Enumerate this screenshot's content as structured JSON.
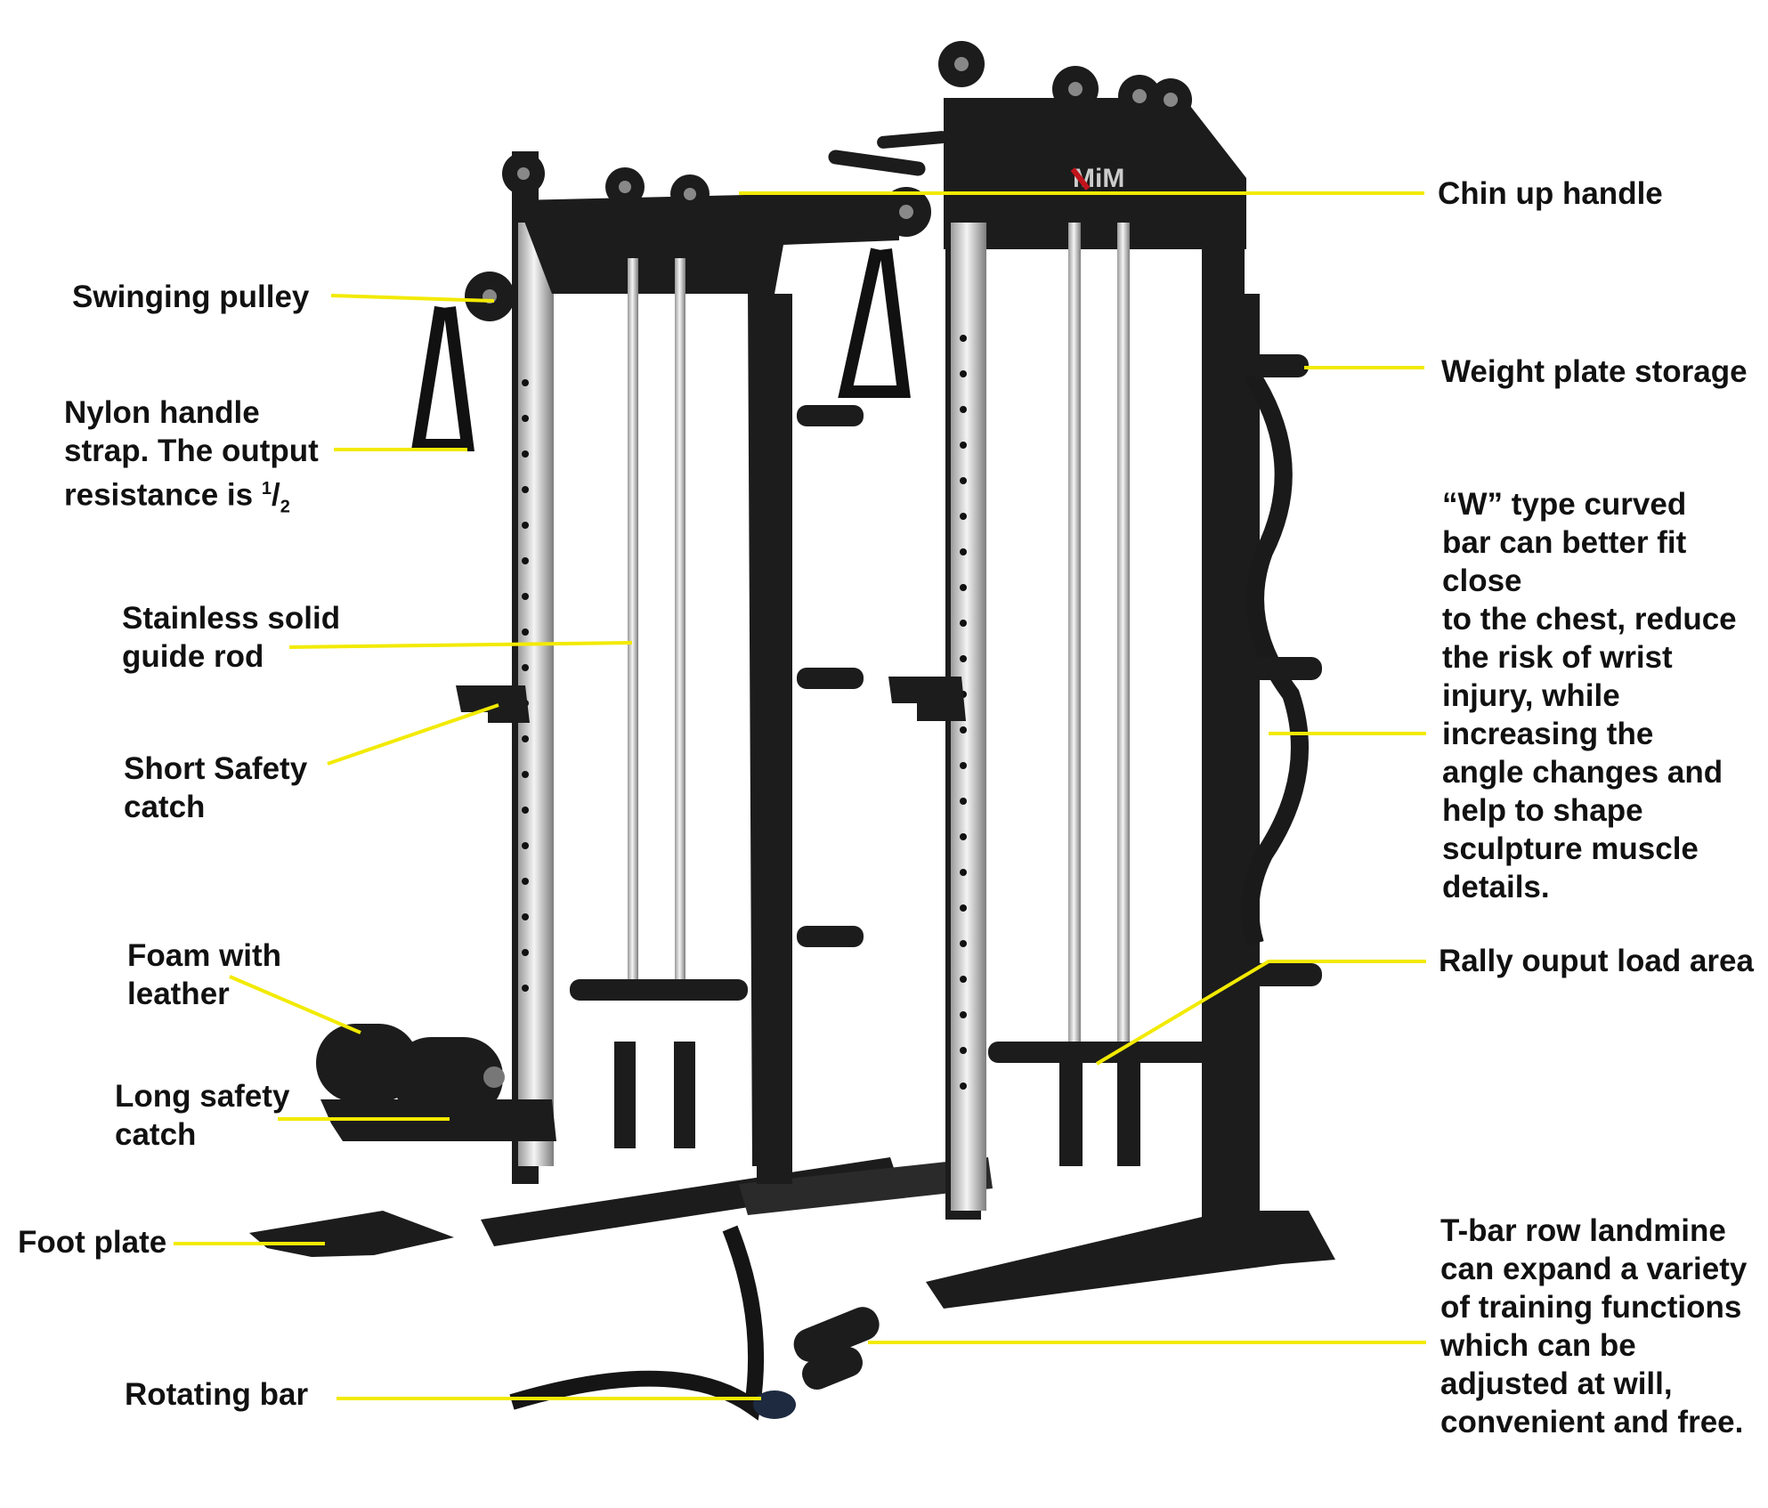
{
  "logo": {
    "text": "MiM"
  },
  "colors": {
    "leader": "#f2ea00",
    "frame": "#1c1c1c",
    "text": "#111111",
    "logo_red": "#c0141c"
  },
  "labels": {
    "chin_up_handle": "Chin up handle",
    "swinging_pulley": "Swinging pulley",
    "weight_plate_storage": "Weight plate storage",
    "nylon_handle_strap": "Nylon handle\nstrap. The output\nresistance is",
    "nylon_fraction_num": "1",
    "nylon_fraction_den": "2",
    "w_curved_bar": "“W” type curved\nbar can better fit\nclose\nto the chest, reduce\nthe risk of wrist\ninjury, while\nincreasing the\nangle changes and\nhelp to shape\nsculpture muscle\ndetails.",
    "stainless_guide_rod": "Stainless solid\nguide rod",
    "short_safety_catch": "Short Safety\ncatch",
    "rally_output_load_area": "Rally ouput load area",
    "foam_with_leather": "Foam with\nleather",
    "long_safety_catch": "Long safety\ncatch",
    "foot_plate": "Foot plate",
    "t_bar_row_landmine": "T-bar row landmine\ncan expand a variety\nof training functions\nwhich can be\nadjusted at will,\nconvenient and free.",
    "rotating_bar": "Rotating bar"
  }
}
